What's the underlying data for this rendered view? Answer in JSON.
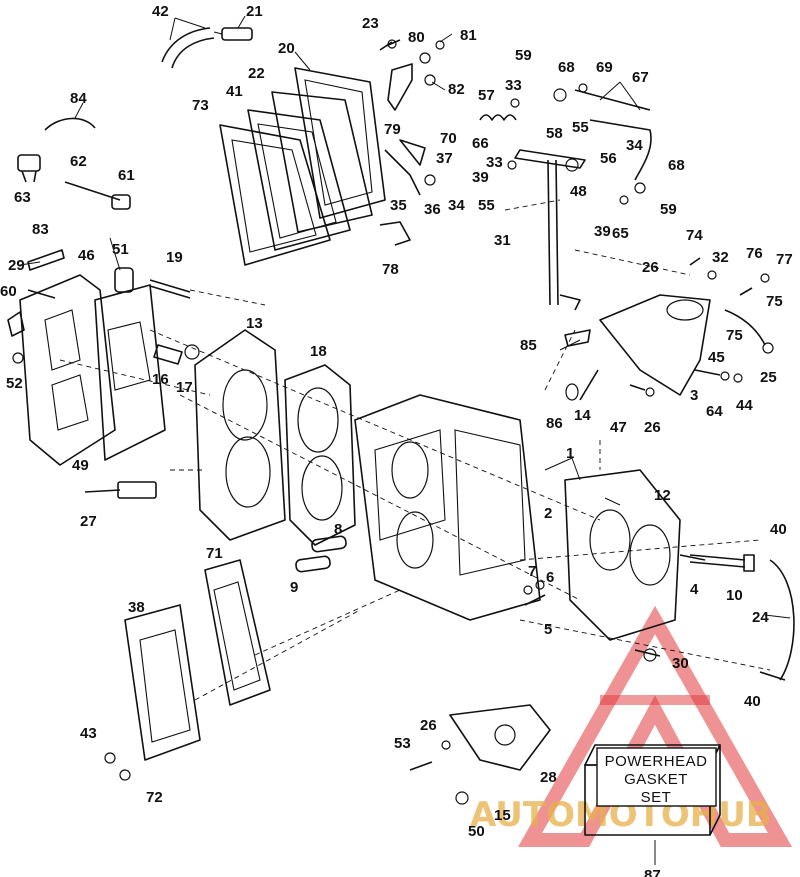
{
  "callouts": [
    {
      "id": "c42",
      "text": "42"
    },
    {
      "id": "c21",
      "text": "21"
    },
    {
      "id": "c23",
      "text": "23"
    },
    {
      "id": "c80",
      "text": "80"
    },
    {
      "id": "c81",
      "text": "81"
    },
    {
      "id": "c20",
      "text": "20"
    },
    {
      "id": "c59a",
      "text": "59"
    },
    {
      "id": "c68a",
      "text": "68"
    },
    {
      "id": "c69",
      "text": "69"
    },
    {
      "id": "c67",
      "text": "67"
    },
    {
      "id": "c84",
      "text": "84"
    },
    {
      "id": "c22",
      "text": "22"
    },
    {
      "id": "c82",
      "text": "82"
    },
    {
      "id": "c33a",
      "text": "33"
    },
    {
      "id": "c57",
      "text": "57"
    },
    {
      "id": "c41",
      "text": "41"
    },
    {
      "id": "c73",
      "text": "73"
    },
    {
      "id": "c79",
      "text": "79"
    },
    {
      "id": "c70",
      "text": "70"
    },
    {
      "id": "c58",
      "text": "58"
    },
    {
      "id": "c55a",
      "text": "55"
    },
    {
      "id": "c66",
      "text": "66"
    },
    {
      "id": "c34a",
      "text": "34"
    },
    {
      "id": "c62",
      "text": "62"
    },
    {
      "id": "c37",
      "text": "37"
    },
    {
      "id": "c33b",
      "text": "33"
    },
    {
      "id": "c56",
      "text": "56"
    },
    {
      "id": "c68b",
      "text": "68"
    },
    {
      "id": "c63",
      "text": "63"
    },
    {
      "id": "c61",
      "text": "61"
    },
    {
      "id": "c39a",
      "text": "39"
    },
    {
      "id": "c48",
      "text": "48"
    },
    {
      "id": "c35",
      "text": "35"
    },
    {
      "id": "c36",
      "text": "36"
    },
    {
      "id": "c34b",
      "text": "34"
    },
    {
      "id": "c55b",
      "text": "55"
    },
    {
      "id": "c59b",
      "text": "59"
    },
    {
      "id": "c39b",
      "text": "39"
    },
    {
      "id": "c65",
      "text": "65"
    },
    {
      "id": "c83",
      "text": "83"
    },
    {
      "id": "c78",
      "text": "78"
    },
    {
      "id": "c31",
      "text": "31"
    },
    {
      "id": "c74",
      "text": "74"
    },
    {
      "id": "c46",
      "text": "46"
    },
    {
      "id": "c51",
      "text": "51"
    },
    {
      "id": "c19",
      "text": "19"
    },
    {
      "id": "c29",
      "text": "29"
    },
    {
      "id": "c26a",
      "text": "26"
    },
    {
      "id": "c32",
      "text": "32"
    },
    {
      "id": "c76",
      "text": "76"
    },
    {
      "id": "c77",
      "text": "77"
    },
    {
      "id": "c60",
      "text": "60"
    },
    {
      "id": "c75a",
      "text": "75"
    },
    {
      "id": "c13",
      "text": "13"
    },
    {
      "id": "c75b",
      "text": "75"
    },
    {
      "id": "c18",
      "text": "18"
    },
    {
      "id": "c85",
      "text": "85"
    },
    {
      "id": "c45",
      "text": "45"
    },
    {
      "id": "c25",
      "text": "25"
    },
    {
      "id": "c16",
      "text": "16"
    },
    {
      "id": "c52",
      "text": "52"
    },
    {
      "id": "c17",
      "text": "17"
    },
    {
      "id": "c3",
      "text": "3"
    },
    {
      "id": "c64",
      "text": "64"
    },
    {
      "id": "c44",
      "text": "44"
    },
    {
      "id": "c86",
      "text": "86"
    },
    {
      "id": "c14",
      "text": "14"
    },
    {
      "id": "c47",
      "text": "47"
    },
    {
      "id": "c26b",
      "text": "26"
    },
    {
      "id": "c49",
      "text": "49"
    },
    {
      "id": "c1",
      "text": "1"
    },
    {
      "id": "c12",
      "text": "12"
    },
    {
      "id": "c27",
      "text": "27"
    },
    {
      "id": "c2",
      "text": "2"
    },
    {
      "id": "c40a",
      "text": "40"
    },
    {
      "id": "c8",
      "text": "8"
    },
    {
      "id": "c71",
      "text": "71"
    },
    {
      "id": "c9",
      "text": "9"
    },
    {
      "id": "c7",
      "text": "7"
    },
    {
      "id": "c6",
      "text": "6"
    },
    {
      "id": "c4",
      "text": "4"
    },
    {
      "id": "c10",
      "text": "10"
    },
    {
      "id": "c38",
      "text": "38"
    },
    {
      "id": "c24",
      "text": "24"
    },
    {
      "id": "c5",
      "text": "5"
    },
    {
      "id": "c30",
      "text": "30"
    },
    {
      "id": "c40b",
      "text": "40"
    },
    {
      "id": "c43",
      "text": "43"
    },
    {
      "id": "c26c",
      "text": "26"
    },
    {
      "id": "c53",
      "text": "53"
    },
    {
      "id": "c72",
      "text": "72"
    },
    {
      "id": "c28",
      "text": "28"
    },
    {
      "id": "c15",
      "text": "15"
    },
    {
      "id": "c50",
      "text": "50"
    },
    {
      "id": "c87",
      "text": "87"
    }
  ],
  "kit_box": {
    "line1": "POWERHEAD",
    "line2": "GASKET",
    "line3": "SET"
  },
  "watermark": {
    "text": "AUTOMOTOHUB",
    "color": "#e0383a",
    "text_color": "#e8b14a"
  }
}
